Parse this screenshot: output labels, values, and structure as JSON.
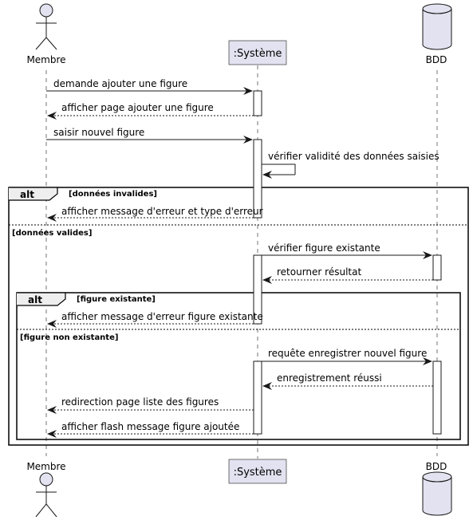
{
  "participants": {
    "membre": "Membre",
    "systeme": ":Système",
    "bdd": "BDD"
  },
  "messages": {
    "m1": "demande ajouter une figure",
    "m2": "afficher page ajouter une figure",
    "m3": "saisir nouvel figure",
    "m4": "vérifier validité des données saisies",
    "m5": "afficher message d'erreur et type d'erreur",
    "m6": "vérifier figure existante",
    "m7": "retourner résultat",
    "m8": "afficher message d'erreur figure existante",
    "m9": "requête enregistrer nouvel figure",
    "m10": "enregistrement réussi",
    "m11": "redirection page liste des figures",
    "m12": "afficher flash message figure ajoutée"
  },
  "fragments": {
    "alt_keyword": "alt",
    "outer_guard": "[données invalides]",
    "outer_else": "[données valides]",
    "inner_guard": "[figure existante]",
    "inner_else": "[figure non existante]"
  },
  "colors": {
    "participant_fill": "#E2E2F0",
    "participant_stroke": "#181818",
    "lifeline": "#181818",
    "activation_fill": "#FFFFFF"
  }
}
